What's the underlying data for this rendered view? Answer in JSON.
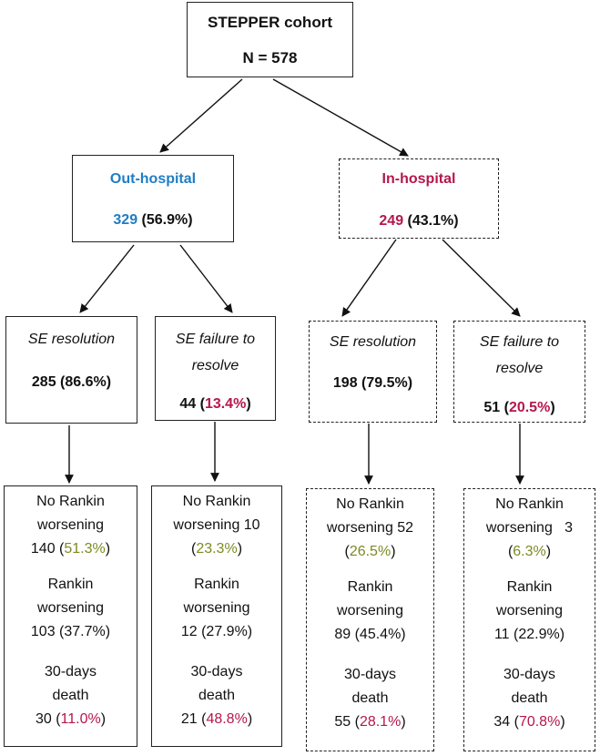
{
  "root": {
    "title": "STEPPER  cohort",
    "n": "N = 578"
  },
  "branches": [
    {
      "id": "out",
      "label": "Out-hospital",
      "count": "329",
      "pct": " (56.9%)",
      "color": "#1f7dc4",
      "outcomes": [
        {
          "id": "out-res",
          "line1": "SE resolution",
          "line2": "",
          "count": "285 (86.6%)",
          "count_pre": "",
          "count_hl": "",
          "count_post": "",
          "results": {
            "a1": "No Rankin",
            "a2": "worsening",
            "a3": "140 (",
            "a3_hl": "51.3%",
            "a3_post": ")",
            "b1": "Rankin",
            "b2": "worsening",
            "b3": "103 (37.7%)",
            "c1": "30-days",
            "c2": "death",
            "c3": "30 (",
            "c3_hl": "11.0%",
            "c3_post": ")"
          }
        },
        {
          "id": "out-fail",
          "line1": "SE failure to",
          "line2": "resolve",
          "count": "",
          "count_pre": "44 (",
          "count_hl": "13.4%",
          "count_post": ")",
          "results": {
            "a1": "No Rankin",
            "a2": "worsening 10",
            "a3": "(",
            "a3_hl": "23.3%",
            "a3_post": ")",
            "b1": "Rankin",
            "b2": "worsening",
            "b3": "12 (27.9%)",
            "c1": "30-days",
            "c2": "death",
            "c3": "21 (",
            "c3_hl": "48.8%",
            "c3_post": ")"
          }
        }
      ]
    },
    {
      "id": "in",
      "label": "In-hospital",
      "count": "249",
      "pct": " (43.1%)",
      "color": "#b5174b",
      "outcomes": [
        {
          "id": "in-res",
          "line1": "SE resolution",
          "line2": "",
          "count": "198 (79.5%)",
          "count_pre": "",
          "count_hl": "",
          "count_post": "",
          "results": {
            "a1": "No Rankin",
            "a2": "worsening 52",
            "a3": "(",
            "a3_hl": "26.5%",
            "a3_post": ")",
            "b1": "Rankin",
            "b2": "worsening",
            "b3": "89 (45.4%)",
            "c1": "30-days",
            "c2": "death",
            "c3": "55 (",
            "c3_hl": "28.1%",
            "c3_post": ")"
          }
        },
        {
          "id": "in-fail",
          "line1": "SE failure to",
          "line2": "resolve",
          "count": "",
          "count_pre": "51 (",
          "count_hl": "20.5%",
          "count_post": ")",
          "results": {
            "a1": "No Rankin",
            "a2": "worsening   3",
            "a3": "(",
            "a3_hl": "6.3%",
            "a3_post": ")",
            "b1": "Rankin",
            "b2": "worsening",
            "b3": "11 (22.9%)",
            "c1": "30-days",
            "c2": "death",
            "c3": "34 (",
            "c3_hl": "70.8%",
            "c3_post": ")"
          }
        }
      ]
    }
  ]
}
